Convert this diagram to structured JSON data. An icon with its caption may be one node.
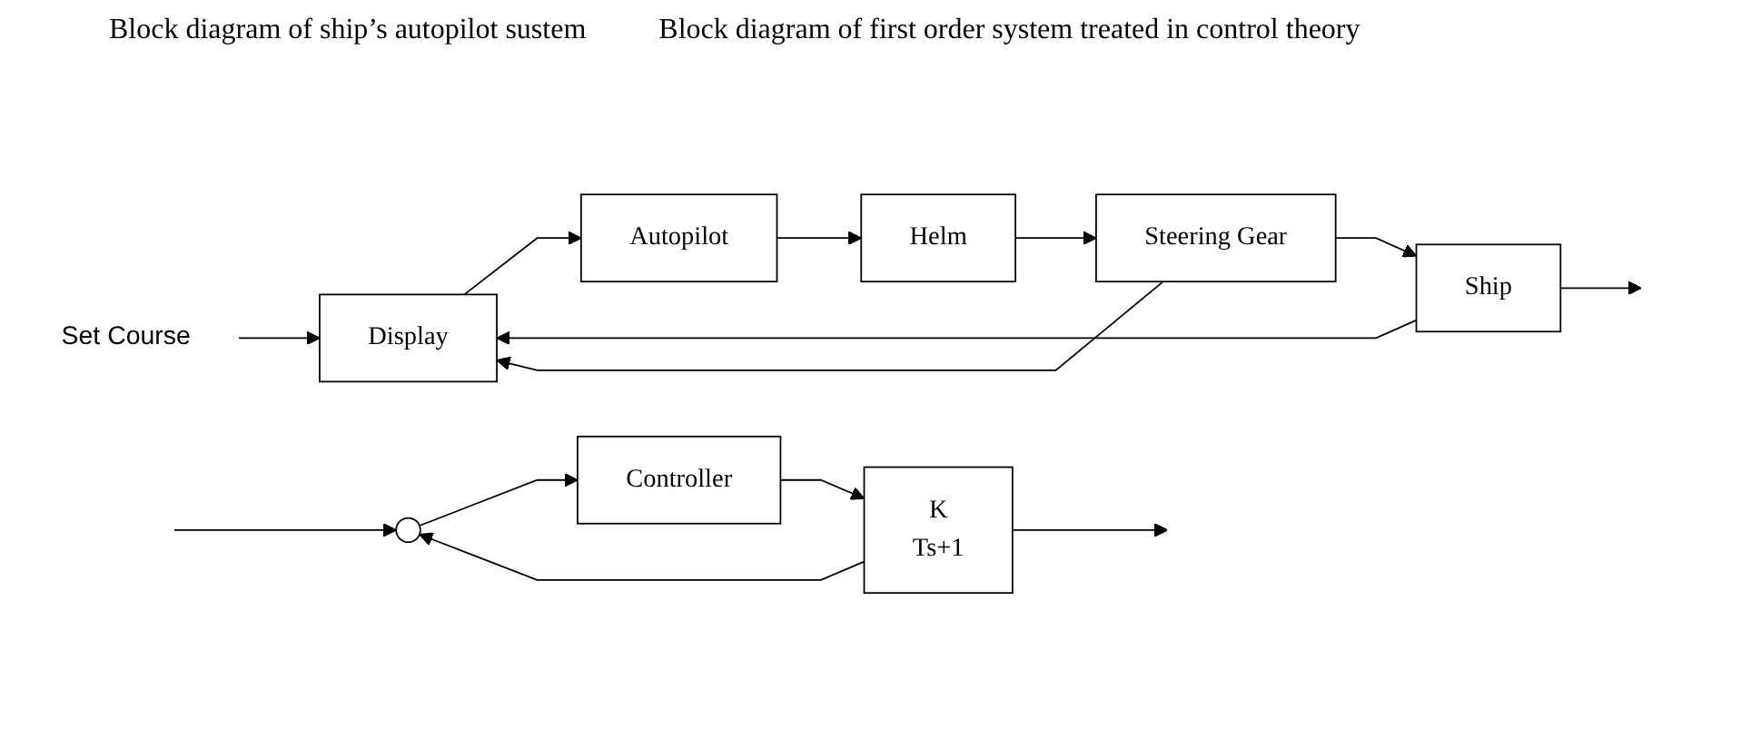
{
  "diagram": {
    "nodes": [
      {
        "text": [
          "Set Course"
        ]
      },
      {
        "text": [
          "Display"
        ]
      },
      {
        "text": [
          "Autopilot"
        ]
      },
      {
        "text": [
          "Helm"
        ]
      },
      {
        "text": [
          "Steering Gear"
        ]
      },
      {
        "text": [
          "Ship"
        ]
      },
      {
        "text": [],
        "shape": "circle"
      },
      {
        "text": [
          "Controller"
        ]
      },
      {
        "text": [
          "K",
          "Ts+1"
        ]
      }
    ],
    "edges": [
      {
        "from": 0,
        "to": 1,
        "arrow": "to"
      },
      {
        "from": 1,
        "to": 2,
        "arrow": "to"
      },
      {
        "from": 2,
        "to": 3,
        "arrow": "to"
      },
      {
        "from": 3,
        "to": 4,
        "arrow": "to"
      },
      {
        "from": 4,
        "to": 5,
        "arrow": "to"
      },
      {
        "from": 5,
        "to": null,
        "arrow": "to"
      },
      {
        "from": 5,
        "to": 1,
        "arrow": "to"
      },
      {
        "from": 4,
        "to": 1,
        "arrow": "to"
      },
      {
        "from": null,
        "to": 6,
        "arrow": "to"
      },
      {
        "from": 6,
        "to": 7,
        "arrow": "to"
      },
      {
        "from": 7,
        "to": 8,
        "arrow": "to"
      },
      {
        "from": 8,
        "to": null,
        "arrow": "to"
      },
      {
        "from": 8,
        "to": 6,
        "arrow": "to"
      }
    ],
    "labels": [
      "Block diagram of ship’s autopilot sustem",
      "Block diagram of first order system treated in control theory"
    ]
  }
}
